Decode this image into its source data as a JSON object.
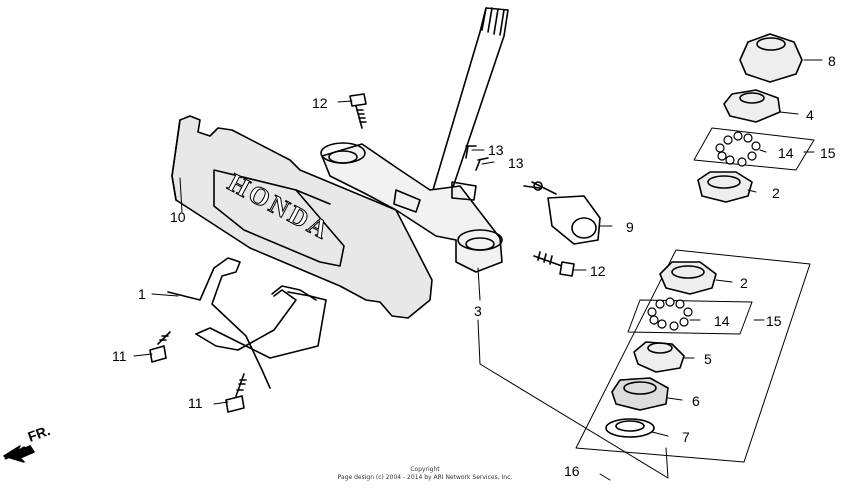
{
  "callouts": {
    "c1": "1",
    "c2a": "2",
    "c2b": "2",
    "c3": "3",
    "c4": "4",
    "c5": "5",
    "c6": "6",
    "c7": "7",
    "c8": "8",
    "c9": "9",
    "c10": "10",
    "c11a": "11",
    "c11b": "11",
    "c12a": "12",
    "c12b": "12",
    "c13a": "13",
    "c13b": "13",
    "c14a": "14",
    "c14b": "14",
    "c15a": "15",
    "c15b": "15",
    "c16": "16"
  },
  "emblem_text": "HONDA",
  "front_marker": "FR.",
  "copyright": {
    "line1": "Copyright",
    "line2": "Page design (c) 2004 - 2014 by ARI Network Services, Inc."
  }
}
